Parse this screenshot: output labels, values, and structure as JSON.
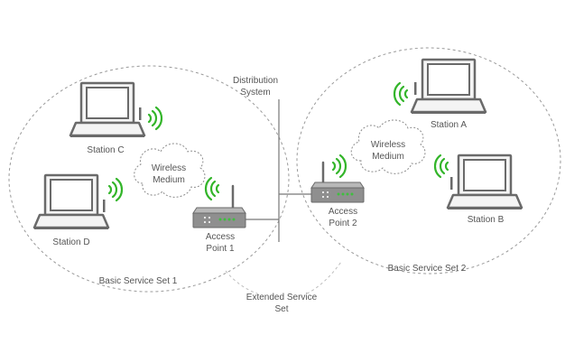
{
  "distribution_system": {
    "line1": "Distribution",
    "line2": "System"
  },
  "bss1": {
    "label": "Basic Service Set 1",
    "station_c": "Station C",
    "station_d": "Station D",
    "medium_line1": "Wireless",
    "medium_line2": "Medium",
    "ap_line1": "Access",
    "ap_line2": "Point 1"
  },
  "bss2": {
    "label": "Basic Service Set 2",
    "station_a": "Station A",
    "station_b": "Station B",
    "medium_line1": "Wireless",
    "medium_line2": "Medium",
    "ap_line1": "Access",
    "ap_line2": "Point 2"
  },
  "ess": {
    "line1": "Extended Service",
    "line2": "Set"
  },
  "colors": {
    "signal": "#33b52a",
    "device": "#6a6a6a",
    "text": "#555555"
  }
}
